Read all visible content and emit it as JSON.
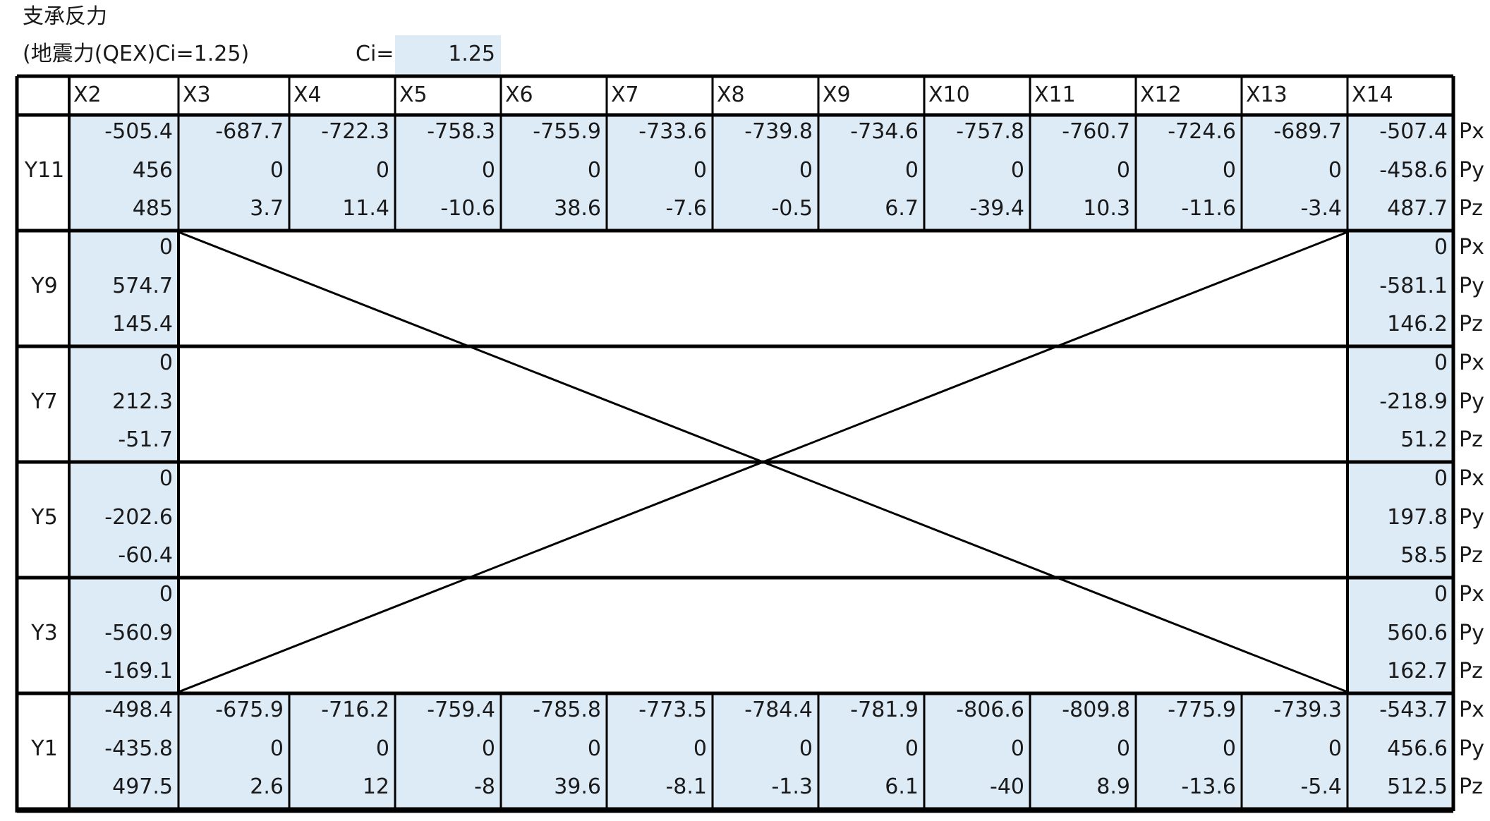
{
  "title": "支承反力",
  "subtitle": "(地震力(QEX)Ci=1.25)",
  "ci": {
    "label": "Ci=",
    "value": "1.25"
  },
  "columns": [
    "X2",
    "X3",
    "X4",
    "X5",
    "X6",
    "X7",
    "X8",
    "X9",
    "X10",
    "X11",
    "X12",
    "X13",
    "X14"
  ],
  "units": [
    "Px",
    "Py",
    "Pz"
  ],
  "top_row": {
    "label": "Y11",
    "px": [
      "-505.4",
      "-687.7",
      "-722.3",
      "-758.3",
      "-755.9",
      "-733.6",
      "-739.8",
      "-734.6",
      "-757.8",
      "-760.7",
      "-724.6",
      "-689.7",
      "-507.4"
    ],
    "py": [
      "456",
      "0",
      "0",
      "0",
      "0",
      "0",
      "0",
      "0",
      "0",
      "0",
      "0",
      "0",
      "-458.6"
    ],
    "pz": [
      "485",
      "3.7",
      "11.4",
      "-10.6",
      "38.6",
      "-7.6",
      "-0.5",
      "6.7",
      "-39.4",
      "10.3",
      "-11.6",
      "-3.4",
      "487.7"
    ]
  },
  "side_rows": [
    {
      "label": "Y9",
      "left": [
        "0",
        "574.7",
        "145.4"
      ],
      "right": [
        "0",
        "-581.1",
        "146.2"
      ]
    },
    {
      "label": "Y7",
      "left": [
        "0",
        "212.3",
        "-51.7"
      ],
      "right": [
        "0",
        "-218.9",
        "51.2"
      ]
    },
    {
      "label": "Y5",
      "left": [
        "0",
        "-202.6",
        "-60.4"
      ],
      "right": [
        "0",
        "197.8",
        "58.5"
      ]
    },
    {
      "label": "Y3",
      "left": [
        "0",
        "-560.9",
        "-169.1"
      ],
      "right": [
        "0",
        "560.6",
        "162.7"
      ]
    }
  ],
  "bottom_row": {
    "label": "Y1",
    "px": [
      "-498.4",
      "-675.9",
      "-716.2",
      "-759.4",
      "-785.8",
      "-773.5",
      "-784.4",
      "-781.9",
      "-806.6",
      "-809.8",
      "-775.9",
      "-739.3",
      "-543.7"
    ],
    "py": [
      "-435.8",
      "0",
      "0",
      "0",
      "0",
      "0",
      "0",
      "0",
      "0",
      "0",
      "0",
      "0",
      "456.6"
    ],
    "pz": [
      "497.5",
      "2.6",
      "12",
      "-8",
      "39.6",
      "-8.1",
      "-1.3",
      "6.1",
      "-40",
      "8.9",
      "-13.6",
      "-5.4",
      "512.5"
    ]
  },
  "colors": {
    "cell_fill": "#ddebf7",
    "border": "#000000"
  }
}
